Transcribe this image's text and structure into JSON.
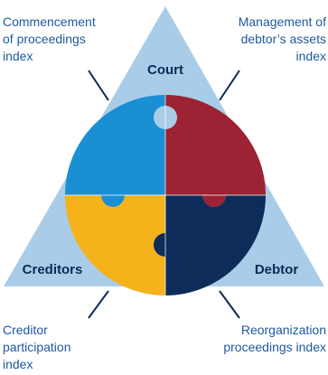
{
  "diagram": {
    "corners": {
      "court": "Court",
      "creditors": "Creditors",
      "debtor": "Debtor"
    },
    "indices": {
      "commencement": [
        "Commencement",
        "of proceedings",
        "index"
      ],
      "management": [
        "Management of",
        "debtor’s assets",
        "index"
      ],
      "creditor_participation": [
        "Creditor",
        "participation",
        "index"
      ],
      "reorganization": [
        "Reorganization",
        "proceedings index"
      ]
    },
    "colors": {
      "triangle": "#a9cde8",
      "piece_top_left": "#1a8fd4",
      "piece_top_right": "#9b2333",
      "piece_bottom_left": "#f5b21b",
      "piece_bottom_right": "#0e2c5a",
      "label_text": "#1f5aa0",
      "corner_text": "#0b2a55"
    }
  }
}
